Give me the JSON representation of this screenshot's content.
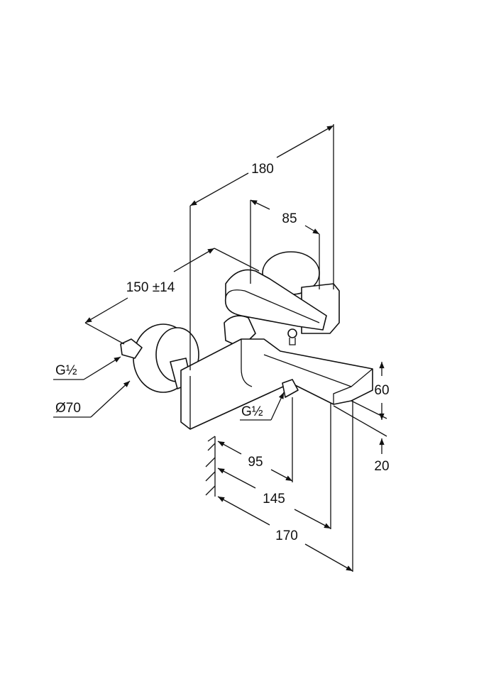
{
  "labels": {
    "overall_depth": "180",
    "handle_offset": "85",
    "inlet_spacing": "150 ±14",
    "inlet_thread": "G½",
    "rosette_diameter": "Ø70",
    "outlet_thread": "G½",
    "height": "60",
    "spout_offset": "20",
    "outlet_projection": "95",
    "spout_projection": "145",
    "total_projection": "170"
  }
}
